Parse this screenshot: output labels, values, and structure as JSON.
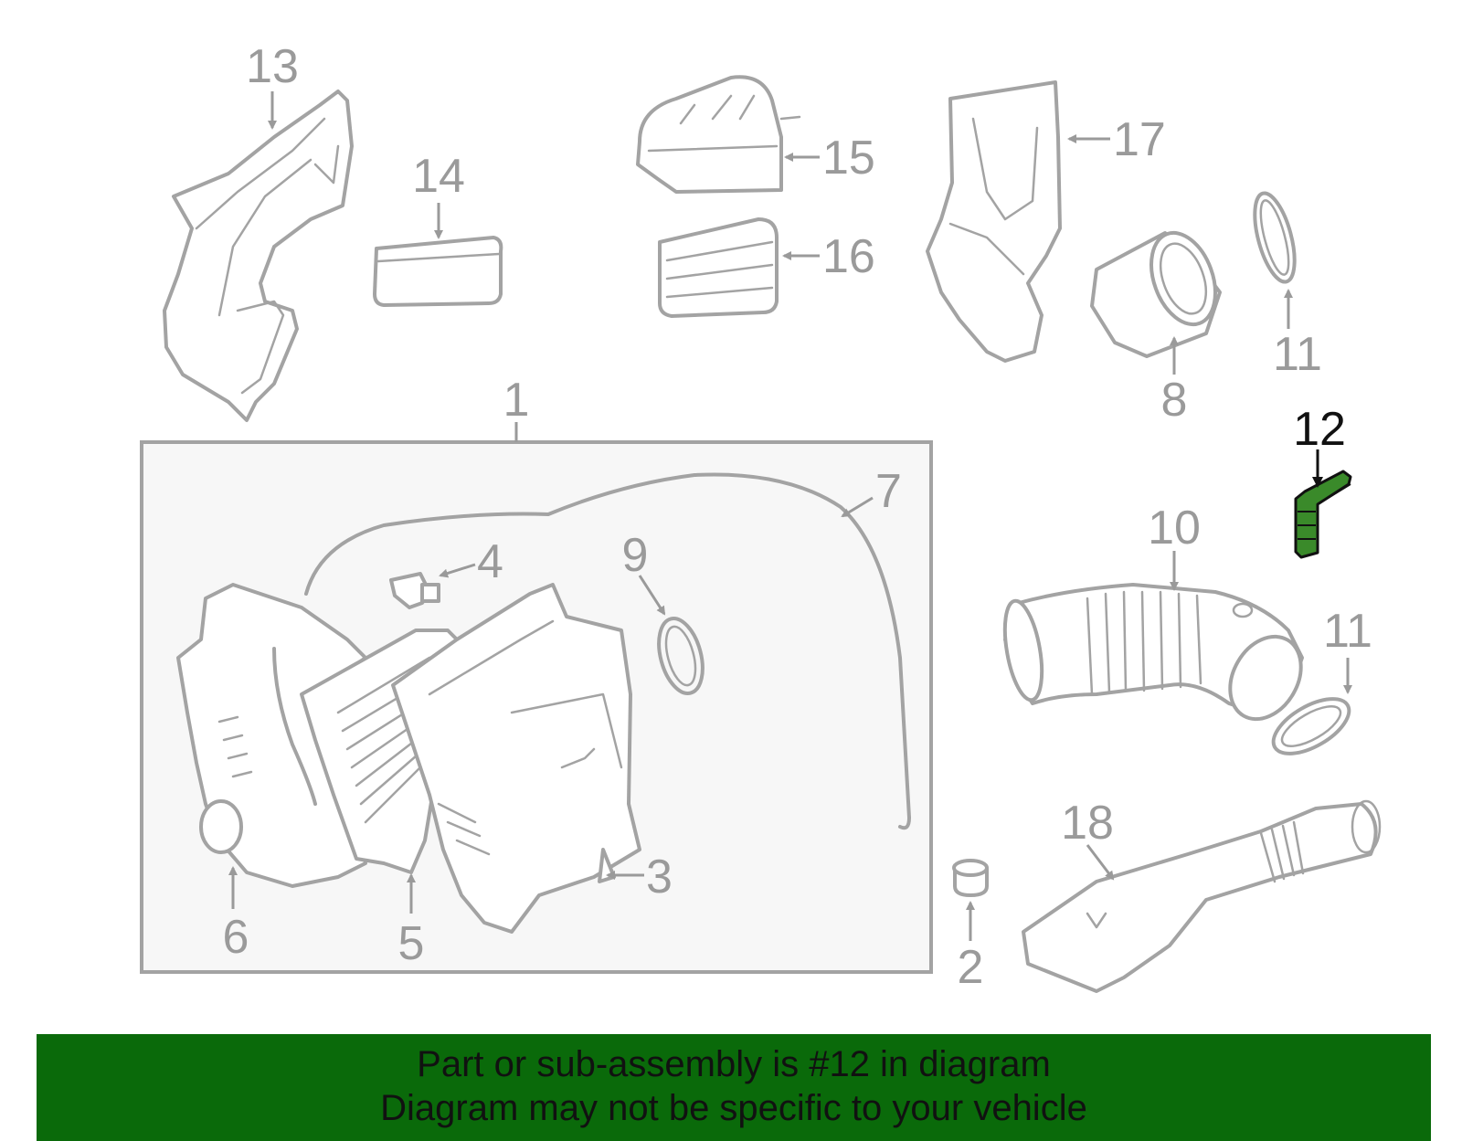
{
  "diagram": {
    "labels": {
      "p1": "1",
      "p2": "2",
      "p3": "3",
      "p4": "4",
      "p5": "5",
      "p6": "6",
      "p7": "7",
      "p8": "8",
      "p9": "9",
      "p10": "10",
      "p11a": "11",
      "p11b": "11",
      "p12": "12",
      "p13": "13",
      "p14": "14",
      "p15": "15",
      "p16": "16",
      "p17": "17",
      "p18": "18"
    },
    "highlight_color": "#3a8a2a"
  },
  "banner": {
    "line1": "Part or sub-assembly is #12 in diagram",
    "line2": "Diagram may not be specific to your vehicle",
    "background": "#0a6a0a"
  }
}
